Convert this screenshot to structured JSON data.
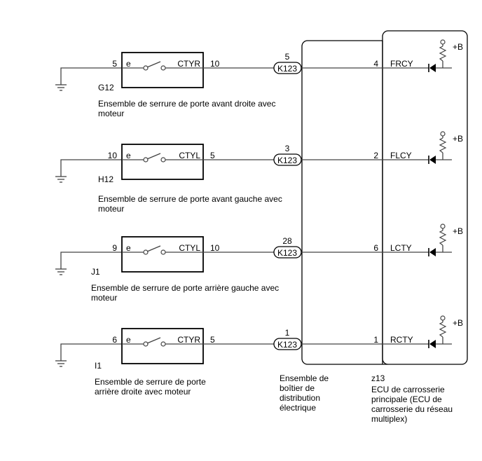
{
  "switches": [
    {
      "id": "G12",
      "caption": [
        "Ensemble de serrure de porte avant droite avec",
        "moteur"
      ],
      "ground_pin": "5",
      "contact": "e",
      "signal": "CTYR",
      "out_pin": "10",
      "junction_pin": "5",
      "junction_connector": "K123",
      "ecu_pin": "4",
      "ecu_signal": "FRCY"
    },
    {
      "id": "H12",
      "caption": [
        "Ensemble de serrure de porte avant gauche avec",
        "moteur"
      ],
      "ground_pin": "10",
      "contact": "e",
      "signal": "CTYL",
      "out_pin": "5",
      "junction_pin": "3",
      "junction_connector": "K123",
      "ecu_pin": "2",
      "ecu_signal": "FLCY"
    },
    {
      "id": "J1",
      "caption": [
        "Ensemble de serrure de porte arrière gauche avec",
        "moteur"
      ],
      "ground_pin": "9",
      "contact": "e",
      "signal": "CTYL",
      "out_pin": "10",
      "junction_pin": "28",
      "junction_connector": "K123",
      "ecu_pin": "6",
      "ecu_signal": "LCTY"
    },
    {
      "id": "I1",
      "caption": [
        "Ensemble de serrure de porte",
        "arrière droite avec moteur"
      ],
      "ground_pin": "6",
      "contact": "e",
      "signal": "CTYR",
      "out_pin": "5",
      "junction_pin": "1",
      "junction_connector": "K123",
      "ecu_pin": "1",
      "ecu_signal": "RCTY"
    }
  ],
  "junction_block": {
    "caption": [
      "Ensemble de",
      "boîtier de",
      "distribution",
      "électrique"
    ]
  },
  "ecu": {
    "id": "z13",
    "caption": [
      "ECU de carrosserie",
      "principale (ECU de",
      "carrosserie du réseau",
      "multiplex)"
    ],
    "supply_label": "+B"
  }
}
